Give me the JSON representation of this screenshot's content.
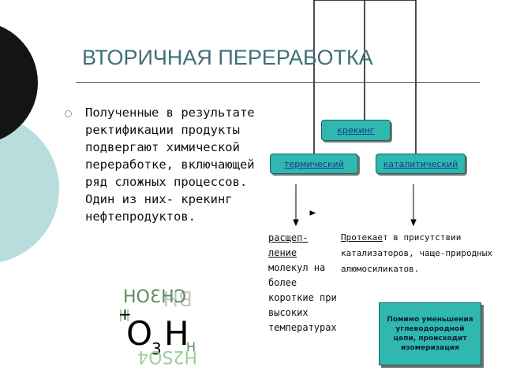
{
  "slide": {
    "title": "ВТОРИЧНАЯ ПЕРЕРАБОТКА",
    "bullet": "Полученные в результате ректификации продукты подвергают химической переработке, включающей ряд сложных процессов. Один из них- крекинг нефтепродуктов."
  },
  "diagram": {
    "root": "крекинг",
    "branches": {
      "thermal": "термический",
      "catalytic": "каталитический"
    },
    "thermal_desc": {
      "line1": "расщеп-",
      "line2": "ление",
      "rest": "молекул на более короткие при высоких температурах"
    },
    "catalytic_desc": {
      "underlined": "Протекае",
      "rest": "т в присутствии катализаторов, чаще-природных алюмосиликатов."
    },
    "note": "Помимо уменьшения углеводородной цепи, происходит изомеризация"
  },
  "colors": {
    "title": "#3f6f7a",
    "box_fill": "#2fb7b0",
    "box_border": "#1b5f63",
    "box_text": "#173a8c",
    "decor_dark": "#141414",
    "decor_light": "#b9dcdc"
  },
  "decor": {
    "chem_formula_art": "OH SCH3 H2SO4 formula collage"
  }
}
